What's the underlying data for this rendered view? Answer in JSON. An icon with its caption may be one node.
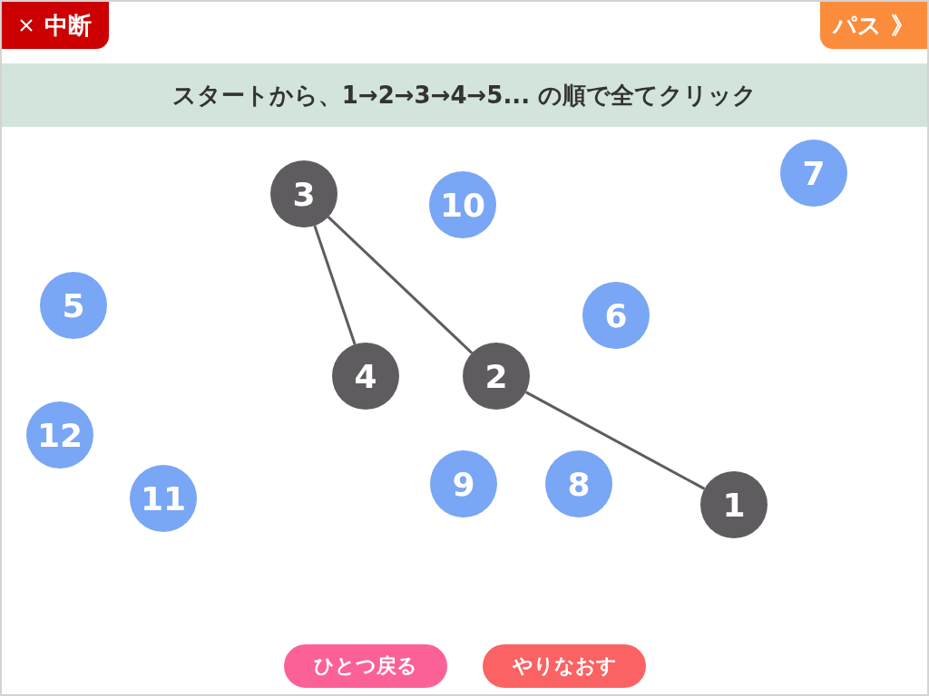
{
  "diagram": {
    "title": "スタートから、1→2→3→4→5... の順で全てクリック",
    "nodes": [
      {
        "text": [
          "1"
        ]
      },
      {
        "text": [
          "2"
        ]
      },
      {
        "text": [
          "3"
        ]
      },
      {
        "text": [
          "4"
        ]
      },
      {
        "text": [
          "5"
        ]
      },
      {
        "text": [
          "6"
        ]
      },
      {
        "text": [
          "7"
        ]
      },
      {
        "text": [
          "8"
        ]
      },
      {
        "text": [
          "9"
        ]
      },
      {
        "text": [
          "10"
        ]
      },
      {
        "text": [
          "11"
        ]
      },
      {
        "text": [
          "12"
        ]
      }
    ],
    "edges": [
      {
        "from": 0,
        "to": 1,
        "arrow": "none"
      },
      {
        "from": 1,
        "to": 2,
        "arrow": "none"
      },
      {
        "from": 2,
        "to": 3,
        "arrow": "none"
      }
    ],
    "labels": [
      "中断",
      "パス 》",
      "ひとつ戻る",
      "やりなおす"
    ]
  }
}
